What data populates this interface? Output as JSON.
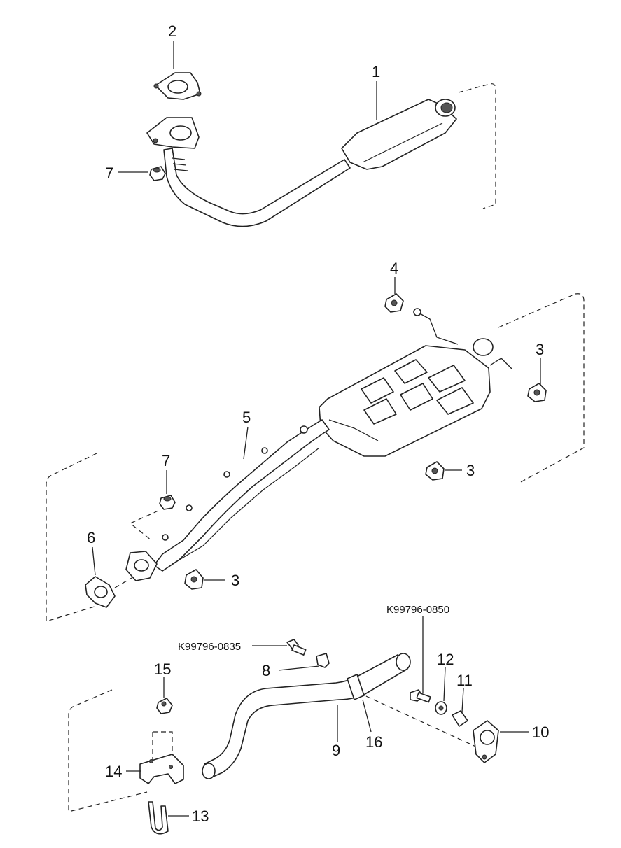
{
  "labels": {
    "p1": "1",
    "p2": "2",
    "p7a": "7",
    "p4": "4",
    "p3a": "3",
    "p5": "5",
    "p7b": "7",
    "p3b": "3",
    "p6": "6",
    "p3c": "3",
    "bolt_code_1": "K99796-0850",
    "bolt_code_2": "K99796-0835",
    "p8": "8",
    "p15": "15",
    "p12": "12",
    "p11": "11",
    "p10": "10",
    "p9": "9",
    "p16": "16",
    "p14": "14",
    "p13": "13"
  }
}
